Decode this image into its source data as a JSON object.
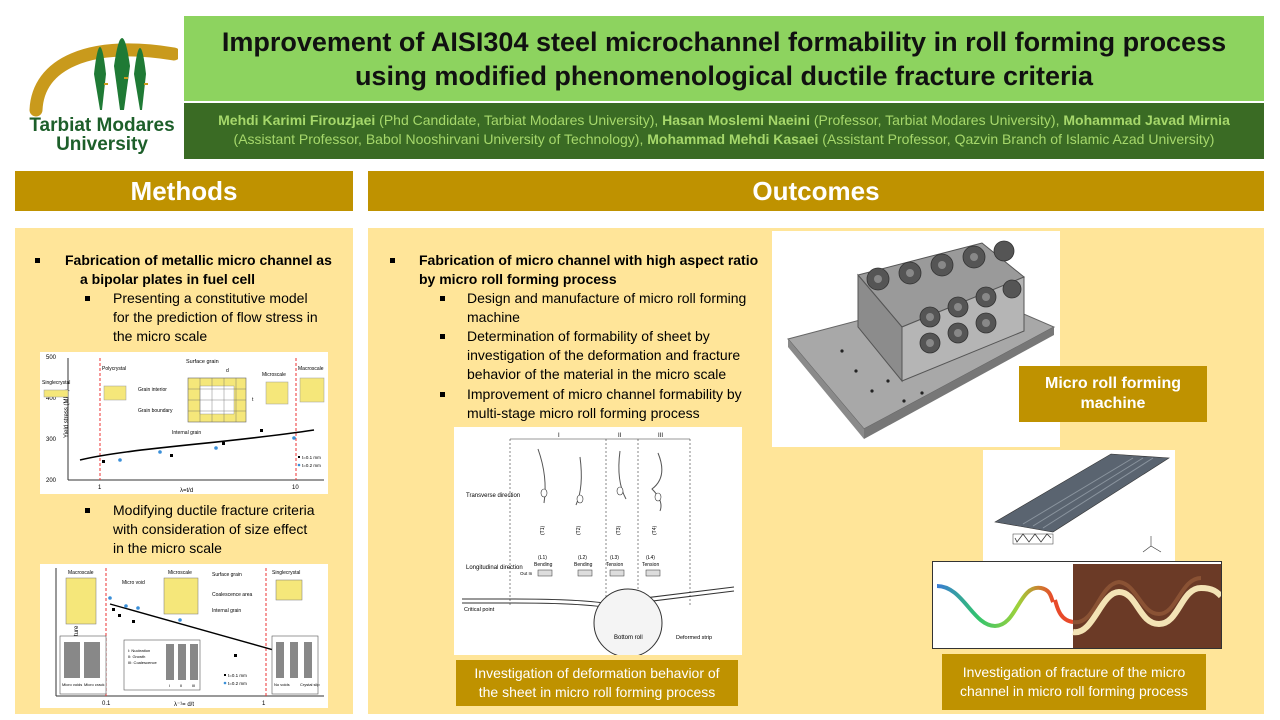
{
  "header": {
    "logo_text_line1": "Tarbiat Modares",
    "logo_text_line2": "University",
    "title_line1": "Improvement of AISI304 steel microchannel formability in roll forming process",
    "title_line2": "using modified phenomenological ductile fracture criteria",
    "authors": [
      {
        "name": "Mehdi Karimi Firouzjaei",
        "role": " (Phd Candidate, Tarbiat Modares University), "
      },
      {
        "name": "Hasan Moslemi Naeini",
        "role": " (Professor, Tarbiat Modares University), "
      },
      {
        "name": "Mohammad Javad Mirnia",
        "role": " (Assistant Professor, Babol Nooshirvani University of Technology), "
      },
      {
        "name": "Mohammad Mehdi Kasaei",
        "role": " (Assistant Professor, Qazvin Branch of Islamic Azad University)"
      }
    ]
  },
  "methods": {
    "heading": "Methods",
    "bullet1_line1": "Fabrication of metallic micro channel as",
    "bullet1_line2": "a bipolar plates in fuel cell",
    "sub1": [
      "Presenting a constitutive model",
      "for the prediction of flow stress in",
      "the micro scale"
    ],
    "sub2": [
      "Modifying ductile fracture criteria",
      "with consideration of size effect",
      "in the micro scale"
    ],
    "fig1": {
      "ylabel": "Yield stress (MPa)",
      "xlabel": "λ=t/d",
      "yticks": [
        "500",
        "400",
        "300",
        "200"
      ],
      "xticks": [
        "1",
        "10"
      ],
      "labels": [
        "Singlecrystal",
        "Polycrystal",
        "Surface grain",
        "Grain interior",
        "Grain boundary",
        "Internal grain",
        "Microscale",
        "Macroscale",
        "d",
        "t"
      ],
      "legend": [
        "t=0.1 mm",
        "t=0.2 mm"
      ]
    },
    "fig2": {
      "ylabel": "Fracture strain",
      "xlabel": "λ⁻¹= d/t",
      "xticks": [
        "0.1",
        "1"
      ],
      "labels": [
        "Macroscale",
        "Microscale",
        "Singlecrystal",
        "Micro void",
        "Surface grain",
        "Coalescence area",
        "Internal grain",
        "Micro voids",
        "Micro crack",
        "No voids",
        "Crystal slip",
        "I",
        "II",
        "III"
      ],
      "stages": [
        "I: Nucleation",
        "II: Growth",
        "III: Coalescence"
      ],
      "legend": [
        "t=0.1 mm",
        "t=0.2 mm"
      ]
    }
  },
  "outcomes": {
    "heading": "Outcomes",
    "bullet1_line1": "Fabrication of micro channel with high aspect ratio",
    "bullet1_line2": "by micro roll forming process",
    "sub": [
      [
        "Design and manufacture of micro roll forming",
        "machine"
      ],
      [
        "Determination of formability of sheet by",
        "investigation of the deformation and fracture",
        "behavior of the material in the micro scale"
      ],
      [
        "Improvement of micro channel formability by",
        "multi-stage micro roll forming process"
      ]
    ],
    "caption_machine": [
      "Micro roll forming",
      "machine"
    ],
    "caption_deformation": [
      "Investigation of deformation behavior of",
      "the sheet in micro roll forming process"
    ],
    "caption_fracture": [
      "Investigation of fracture of the micro",
      "channel in micro roll forming process"
    ],
    "diagram": {
      "zones": [
        "I",
        "II",
        "III"
      ],
      "transverse": "Transverse direction",
      "longitudinal": "Longitudinal direction",
      "critical": "Critical point",
      "bottom_roll": "Bottom roll",
      "deformed": "Deformed strip",
      "modes_t": [
        "(T1)",
        "(T2)",
        "(T3)",
        "(T4)"
      ],
      "modes_l": [
        "(L1)",
        "(L2)",
        "(L3)",
        "(L4)"
      ],
      "modes_name": [
        "Bending",
        "Bending",
        "Tension",
        "Tension"
      ],
      "out_in": "Out In"
    }
  }
}
